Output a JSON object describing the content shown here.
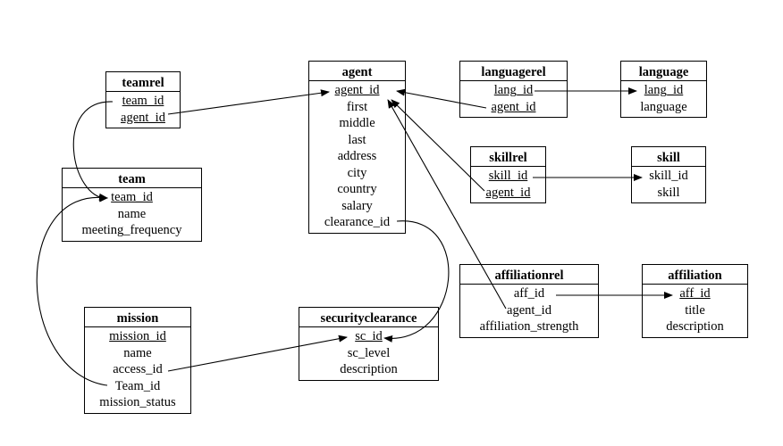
{
  "diagram": {
    "entities": [
      {
        "id": "teamrel",
        "name": "teamrel",
        "attributes": [
          {
            "name": "team_id",
            "key": true
          },
          {
            "name": "agent_id",
            "key": true
          }
        ]
      },
      {
        "id": "team",
        "name": "team",
        "attributes": [
          {
            "name": "team_id",
            "key": true
          },
          {
            "name": "name",
            "key": false
          },
          {
            "name": "meeting_frequency",
            "key": false
          }
        ]
      },
      {
        "id": "mission",
        "name": "mission",
        "attributes": [
          {
            "name": "mission_id",
            "key": true
          },
          {
            "name": "name",
            "key": false
          },
          {
            "name": "access_id",
            "key": false
          },
          {
            "name": "Team_id",
            "key": false
          },
          {
            "name": "mission_status",
            "key": false
          }
        ]
      },
      {
        "id": "agent",
        "name": "agent",
        "attributes": [
          {
            "name": "agent_id",
            "key": true
          },
          {
            "name": "first",
            "key": false
          },
          {
            "name": "middle",
            "key": false
          },
          {
            "name": "last",
            "key": false
          },
          {
            "name": "address",
            "key": false
          },
          {
            "name": "city",
            "key": false
          },
          {
            "name": "country",
            "key": false
          },
          {
            "name": "salary",
            "key": false
          },
          {
            "name": "clearance_id",
            "key": false
          }
        ]
      },
      {
        "id": "securityclearance",
        "name": "securityclearance",
        "attributes": [
          {
            "name": "sc_id",
            "key": true
          },
          {
            "name": "sc_level",
            "key": false
          },
          {
            "name": "description",
            "key": false
          }
        ]
      },
      {
        "id": "languagerel",
        "name": "languagerel",
        "attributes": [
          {
            "name": "lang_id",
            "key": true
          },
          {
            "name": "agent_id",
            "key": true
          }
        ]
      },
      {
        "id": "language",
        "name": "language",
        "attributes": [
          {
            "name": "lang_id",
            "key": true
          },
          {
            "name": "language",
            "key": false
          }
        ]
      },
      {
        "id": "skillrel",
        "name": "skillrel",
        "attributes": [
          {
            "name": "skill_id",
            "key": true
          },
          {
            "name": "agent_id",
            "key": true
          }
        ]
      },
      {
        "id": "skill",
        "name": "skill",
        "attributes": [
          {
            "name": "skill_id",
            "key": false
          },
          {
            "name": "skill",
            "key": false
          }
        ]
      },
      {
        "id": "affiliationrel",
        "name": "affiliationrel",
        "attributes": [
          {
            "name": "aff_id",
            "key": false
          },
          {
            "name": "agent_id",
            "key": false
          },
          {
            "name": "affiliation_strength",
            "key": false
          }
        ]
      },
      {
        "id": "affiliation",
        "name": "affiliation",
        "attributes": [
          {
            "name": "aff_id",
            "key": true
          },
          {
            "name": "title",
            "key": false
          },
          {
            "name": "description",
            "key": false
          }
        ]
      }
    ],
    "relationships": [
      {
        "from": "teamrel.agent_id",
        "to": "agent.agent_id"
      },
      {
        "from": "teamrel.team_id",
        "to": "team.team_id"
      },
      {
        "from": "mission.Team_id",
        "to": "team.team_id"
      },
      {
        "from": "mission.access_id",
        "to": "securityclearance.sc_id"
      },
      {
        "from": "agent.clearance_id",
        "to": "securityclearance.sc_id"
      },
      {
        "from": "languagerel.agent_id",
        "to": "agent.agent_id"
      },
      {
        "from": "languagerel.lang_id",
        "to": "language.lang_id"
      },
      {
        "from": "skillrel.agent_id",
        "to": "agent.agent_id"
      },
      {
        "from": "skillrel.skill_id",
        "to": "skill.skill_id"
      },
      {
        "from": "affiliationrel.agent_id",
        "to": "agent.agent_id"
      },
      {
        "from": "affiliationrel.aff_id",
        "to": "affiliation.aff_id"
      }
    ]
  }
}
